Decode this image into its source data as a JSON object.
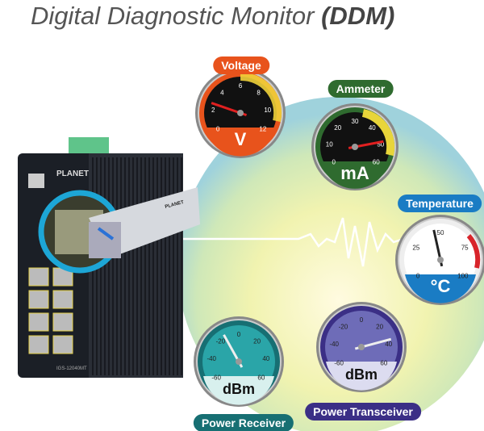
{
  "title": {
    "main": "Digital Diagnostic Monitor ",
    "bold": "(DDM)"
  },
  "device": {
    "brand": "PLANET",
    "model": "IGS-12040MT",
    "sfp_brand": "PLANET"
  },
  "gauges": [
    {
      "id": "voltage",
      "label": "Voltage",
      "unit": "V",
      "ticks": [
        "0",
        "2",
        "4",
        "6",
        "8",
        "10",
        "12"
      ],
      "min": 0,
      "max": 12,
      "value": 2.6,
      "label_color": "#e8531c",
      "face": "#111",
      "band": "#e8531c",
      "tick_color": "#fff"
    },
    {
      "id": "ammeter",
      "label": "Ammeter",
      "unit": "mA",
      "ticks": [
        "0",
        "10",
        "20",
        "30",
        "40",
        "50",
        "60"
      ],
      "min": 0,
      "max": 60,
      "value": 49,
      "label_color": "#2f6b2f",
      "face": "#111",
      "band": "#2f6b2f",
      "tick_color": "#fff"
    },
    {
      "id": "temperature",
      "label": "Temperature",
      "unit": "°C",
      "ticks": [
        "0",
        "25",
        "50",
        "75",
        "100"
      ],
      "min": 0,
      "max": 100,
      "value": 45,
      "label_color": "#1a7cc4",
      "face": "#fff",
      "band": "#1a7cc4",
      "tick_color": "#222"
    },
    {
      "id": "power-receiver",
      "label": "Power Receiver",
      "unit": "dBm",
      "ticks": [
        "-60",
        "-40",
        "-20",
        "0",
        "20",
        "40",
        "60"
      ],
      "min": -60,
      "max": 60,
      "value": -14,
      "label_color": "#176f73",
      "face": "#2aa5a8",
      "band": "#d8f0ee",
      "tick_color": "#222"
    },
    {
      "id": "power-transceiver",
      "label": "Power Transceiver",
      "unit": "dBm",
      "ticks": [
        "-60",
        "-40",
        "-20",
        "0",
        "20",
        "40",
        "60"
      ],
      "min": -60,
      "max": 60,
      "value": 36,
      "label_color": "#3b2f86",
      "face": "#6e6cb8",
      "band": "#dcdcf0",
      "tick_color": "#222"
    }
  ]
}
